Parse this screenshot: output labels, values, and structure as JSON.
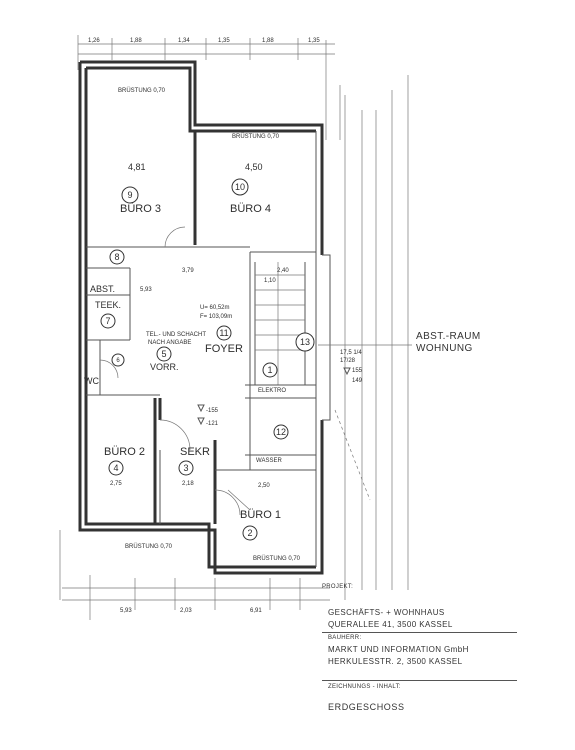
{
  "rooms": [
    {
      "key": "buro3",
      "name": "BÜRO 3",
      "number": "9",
      "area": "4,81"
    },
    {
      "key": "buro4",
      "name": "BÜRO 4",
      "number": "10",
      "area": "4,50"
    },
    {
      "key": "teek",
      "name": "TEEK.",
      "number": "7"
    },
    {
      "key": "abst",
      "name": "ABST.",
      "number": "8"
    },
    {
      "key": "vorr",
      "name": "VORR.",
      "number": "5"
    },
    {
      "key": "foyer",
      "name": "FOYER",
      "number": "11"
    },
    {
      "key": "wc",
      "name": "WC",
      "number": "6"
    },
    {
      "key": "buro2",
      "name": "BÜRO 2",
      "number": "4",
      "area": "2,75"
    },
    {
      "key": "sekr",
      "name": "SEKR",
      "number": "3",
      "area": "2,18"
    },
    {
      "key": "buro1",
      "name": "BÜRO 1",
      "number": "2",
      "area": "2,50"
    },
    {
      "key": "stair",
      "number": "1"
    },
    {
      "key": "entry",
      "number": "12"
    },
    {
      "key": "abstraum",
      "number": "13"
    }
  ],
  "labels": {
    "brustung_top": "BRÜSTUNG 0,70",
    "brustung_mid": "BRÜSTUNG 0,70",
    "brustung_b2": "BRÜSTUNG 0,70",
    "brustung_b1": "BRÜSTUNG 0,70",
    "bauherr_dim": "3,79",
    "shaft_note_1": "TEL.- UND SCHACHT",
    "shaft_note_2": "NACH ANGABE",
    "foyer_area_1": "U= 60,52m",
    "foyer_area_2": "F= 103,09m",
    "level_1": "-155",
    "level_2": "-121",
    "level_3": "17,5 1/4",
    "level_4": "17/28",
    "level_5": "155",
    "level_6": "149",
    "dim_593": "5,93",
    "dim_240": "2,40",
    "dim_110": "1,10",
    "dim_250": "2,50",
    "dim_218": "2,18",
    "dim_275": "2,75",
    "wasser": "WASSER",
    "elektro": "ELEKTRO",
    "top_dims": [
      "1,26",
      "1,88",
      "1,34",
      "1,35",
      "1,88",
      "1,35"
    ],
    "bottom_dims": [
      "5,93",
      "2,03",
      "6,91"
    ]
  },
  "abst_label": {
    "line1": "ABST.-RAUM",
    "line2": "WOHNUNG"
  },
  "titleblock": {
    "projekt_label": "PROJEKT:",
    "projekt_line1": "GESCHÄFTS- + WOHNHAUS",
    "projekt_line2": "QUERALLEE 41, 3500 KASSEL",
    "bauherr_label": "BAUHERR:",
    "bauherr_line1": "MARKT UND INFORMATION GmbH",
    "bauherr_line2": "HERKULESSTR. 2, 3500 KASSEL",
    "zeichnung_label": "ZEICHNUNGS - INHALT:",
    "floor_name": "ERDGESCHOSS"
  }
}
